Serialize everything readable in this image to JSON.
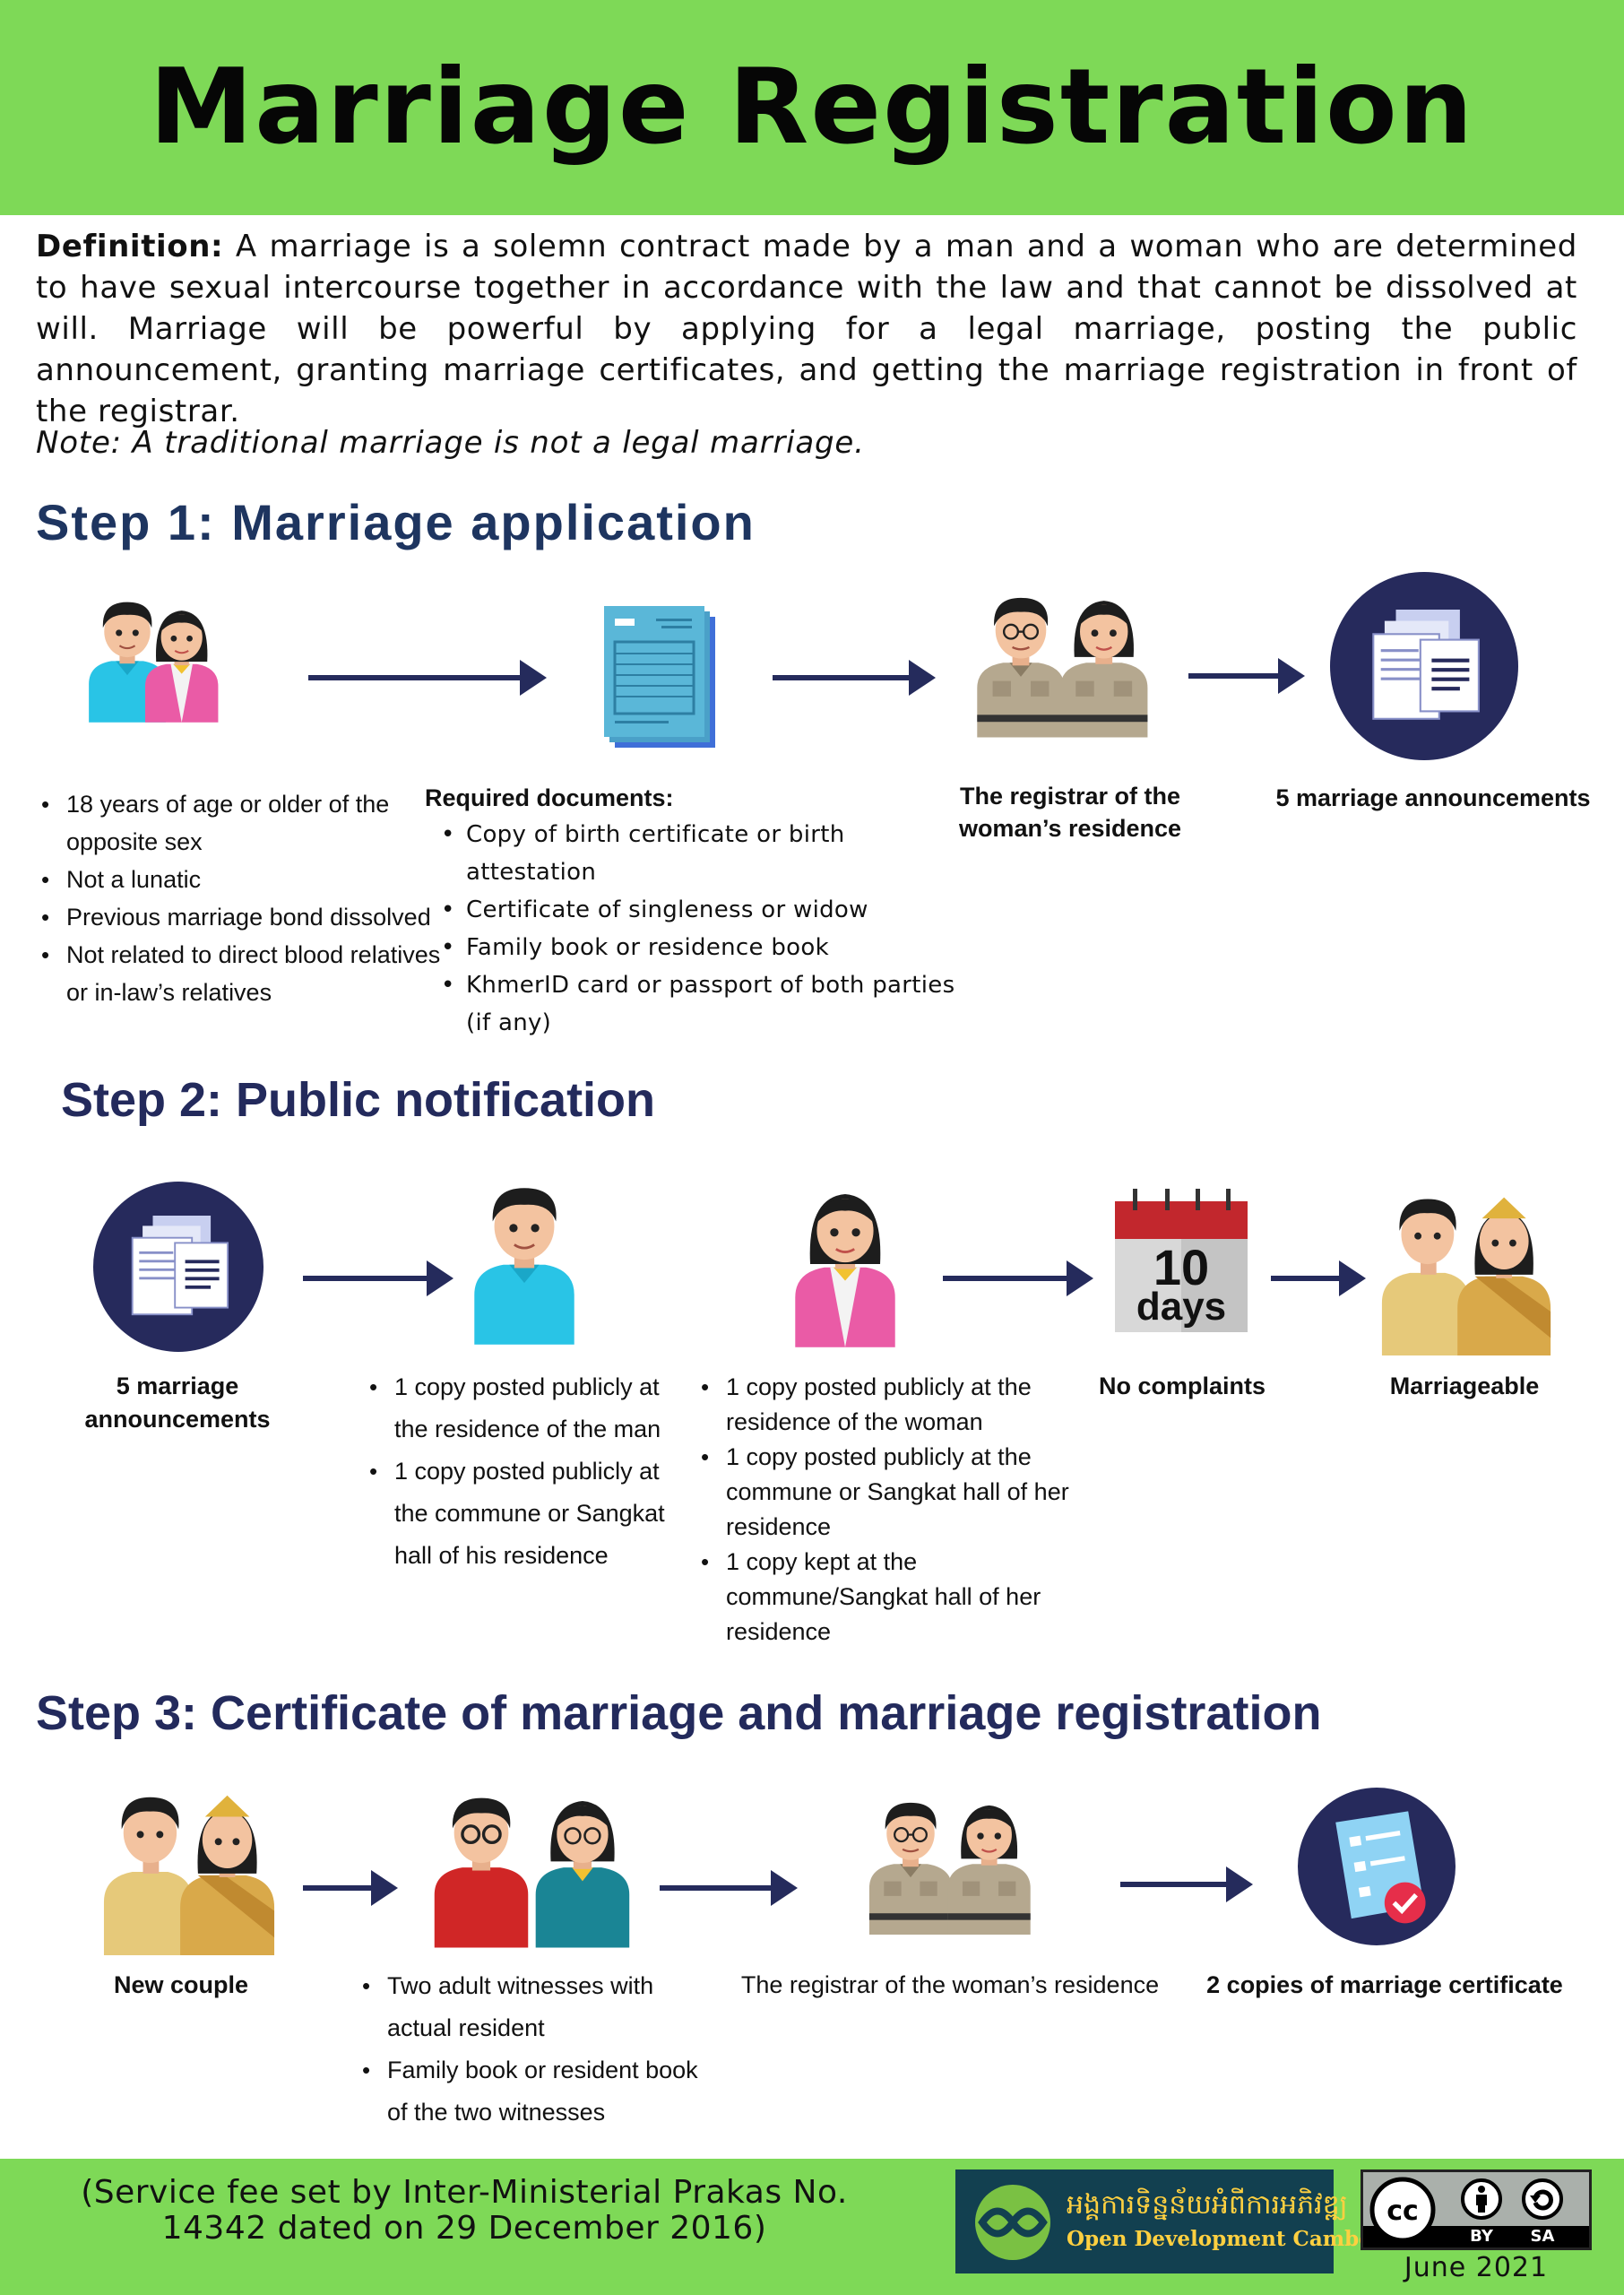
{
  "header": {
    "title": "Marriage Registration"
  },
  "definition": {
    "label": "Definition:",
    "text": " A marriage is a solemn contract made by a man and a woman who are determined to have sexual intercourse together in accordance with the law and that cannot be dissolved at will. Marriage will be powerful by applying for a legal marriage, posting the public announcement, granting marriage certificates, and getting the marriage registration in front of the registrar.",
    "note": "Note: A traditional marriage is not a legal marriage."
  },
  "step1": {
    "title": "Step 1: Marriage application",
    "conditions": [
      "18 years of age or older of the opposite sex",
      "Not a lunatic",
      "Previous marriage bond dissolved",
      "Not related to direct blood relatives or in-law’s relatives"
    ],
    "documents_heading": "Required documents:",
    "documents": [
      "Copy of birth certificate or birth attestation",
      "Certificate of singleness or widow",
      "Family book or residence book",
      "KhmerID card or passport of both parties (if any)"
    ],
    "registrar": "The registrar of the woman’s residence",
    "announcements": "5 marriage announcements"
  },
  "step2": {
    "title": "Step 2: Public notification",
    "announcements": "5 marriage announcements",
    "man_items": [
      "1 copy posted publicly at the residence of  the man",
      "1 copy posted publicly at the commune or Sangkat hall of his residence"
    ],
    "woman_items": [
      "1 copy posted publicly at the residence of the woman",
      "1 copy posted publicly at the commune or Sangkat hall of her residence",
      "1 copy kept at the commune/Sangkat hall of her residence"
    ],
    "calendar_number": "10",
    "calendar_unit": "days",
    "no_complaints": "No complaints",
    "marriageable": "Marriageable"
  },
  "step3": {
    "title": "Step 3: Certificate of marriage and marriage registration",
    "new_couple": "New couple",
    "witness_items": [
      "Two adult witnesses with actual resident",
      "Family book or resident book of the two witnesses"
    ],
    "registrar": "The registrar of the woman’s residence",
    "certificates": "2 copies of marriage certificate"
  },
  "footer": {
    "fee": "(Service fee set by Inter-Ministerial Prakas No. 14342 dated on 29 December 2016)",
    "odc_khmer": "អង្គការទិន្នន័យអំពីការអភិវឌ្ឍ",
    "odc_english": "Open Development Cambodia",
    "license_by": "BY",
    "license_sa": "SA",
    "date": "June 2021"
  },
  "colors": {
    "green": "#7ed957",
    "navy": "#1e3560",
    "arrow": "#252b5c"
  }
}
